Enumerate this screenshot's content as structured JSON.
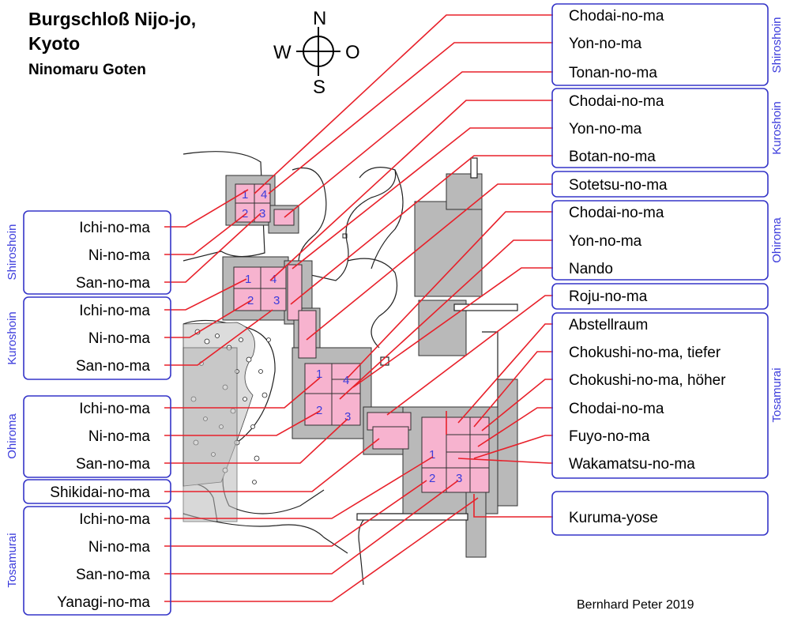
{
  "title": {
    "line1": "Burgschloß Nijo-jo,",
    "line2": "Kyoto",
    "subtitle": "Ninomaru Goten"
  },
  "compass": {
    "n": "N",
    "s": "S",
    "w": "W",
    "o": "O"
  },
  "credit": "Bernhard Peter 2019",
  "left_groups": [
    {
      "name": "Shiroshoin",
      "items": [
        "Ichi-no-ma",
        "Ni-no-ma",
        "San-no-ma"
      ]
    },
    {
      "name": "Kuroshoin",
      "items": [
        "Ichi-no-ma",
        "Ni-no-ma",
        "San-no-ma"
      ]
    },
    {
      "name": "Ohiroma",
      "items": [
        "Ichi-no-ma",
        "Ni-no-ma",
        "San-no-ma"
      ]
    },
    {
      "name": "",
      "items": [
        "Shikidai-no-ma"
      ]
    },
    {
      "name": "Tosamurai",
      "items": [
        "Ichi-no-ma",
        "Ni-no-ma",
        "San-no-ma",
        "Yanagi-no-ma"
      ]
    }
  ],
  "right_groups": [
    {
      "name": "Shiroshoin",
      "items": [
        "Chodai-no-ma",
        "Yon-no-ma",
        "Tonan-no-ma"
      ]
    },
    {
      "name": "Kuroshoin",
      "items": [
        "Chodai-no-ma",
        "Yon-no-ma",
        "Botan-no-ma"
      ]
    },
    {
      "name": "",
      "items": [
        "Sotetsu-no-ma"
      ]
    },
    {
      "name": "Ohiroma",
      "items": [
        "Chodai-no-ma",
        "Yon-no-ma",
        "Nando"
      ]
    },
    {
      "name": "",
      "items": [
        "Roju-no-ma"
      ]
    },
    {
      "name": "Tosamurai",
      "items": [
        "Abstellraum",
        "Chokushi-no-ma, tiefer",
        "Chokushi-no-ma, höher",
        "Chodai-no-ma",
        "Fuyo-no-ma",
        "Wakamatsu-no-ma"
      ]
    },
    {
      "name": "",
      "items": [
        "Kuruma-yose"
      ]
    }
  ],
  "room_numbers": {
    "shiroshoin": [
      "1",
      "2",
      "3",
      "4"
    ],
    "kuroshoin": [
      "1",
      "2",
      "3",
      "4"
    ],
    "ohiroma": [
      "1",
      "2",
      "3",
      "4"
    ],
    "tosamurai": [
      "1",
      "2",
      "3"
    ]
  },
  "colors": {
    "room_fill": "#f7b3cf",
    "building_fill": "#b9b9b9",
    "leader_line": "#e8202a",
    "box_border": "#3535c8",
    "group_text": "#3b3bdc"
  }
}
